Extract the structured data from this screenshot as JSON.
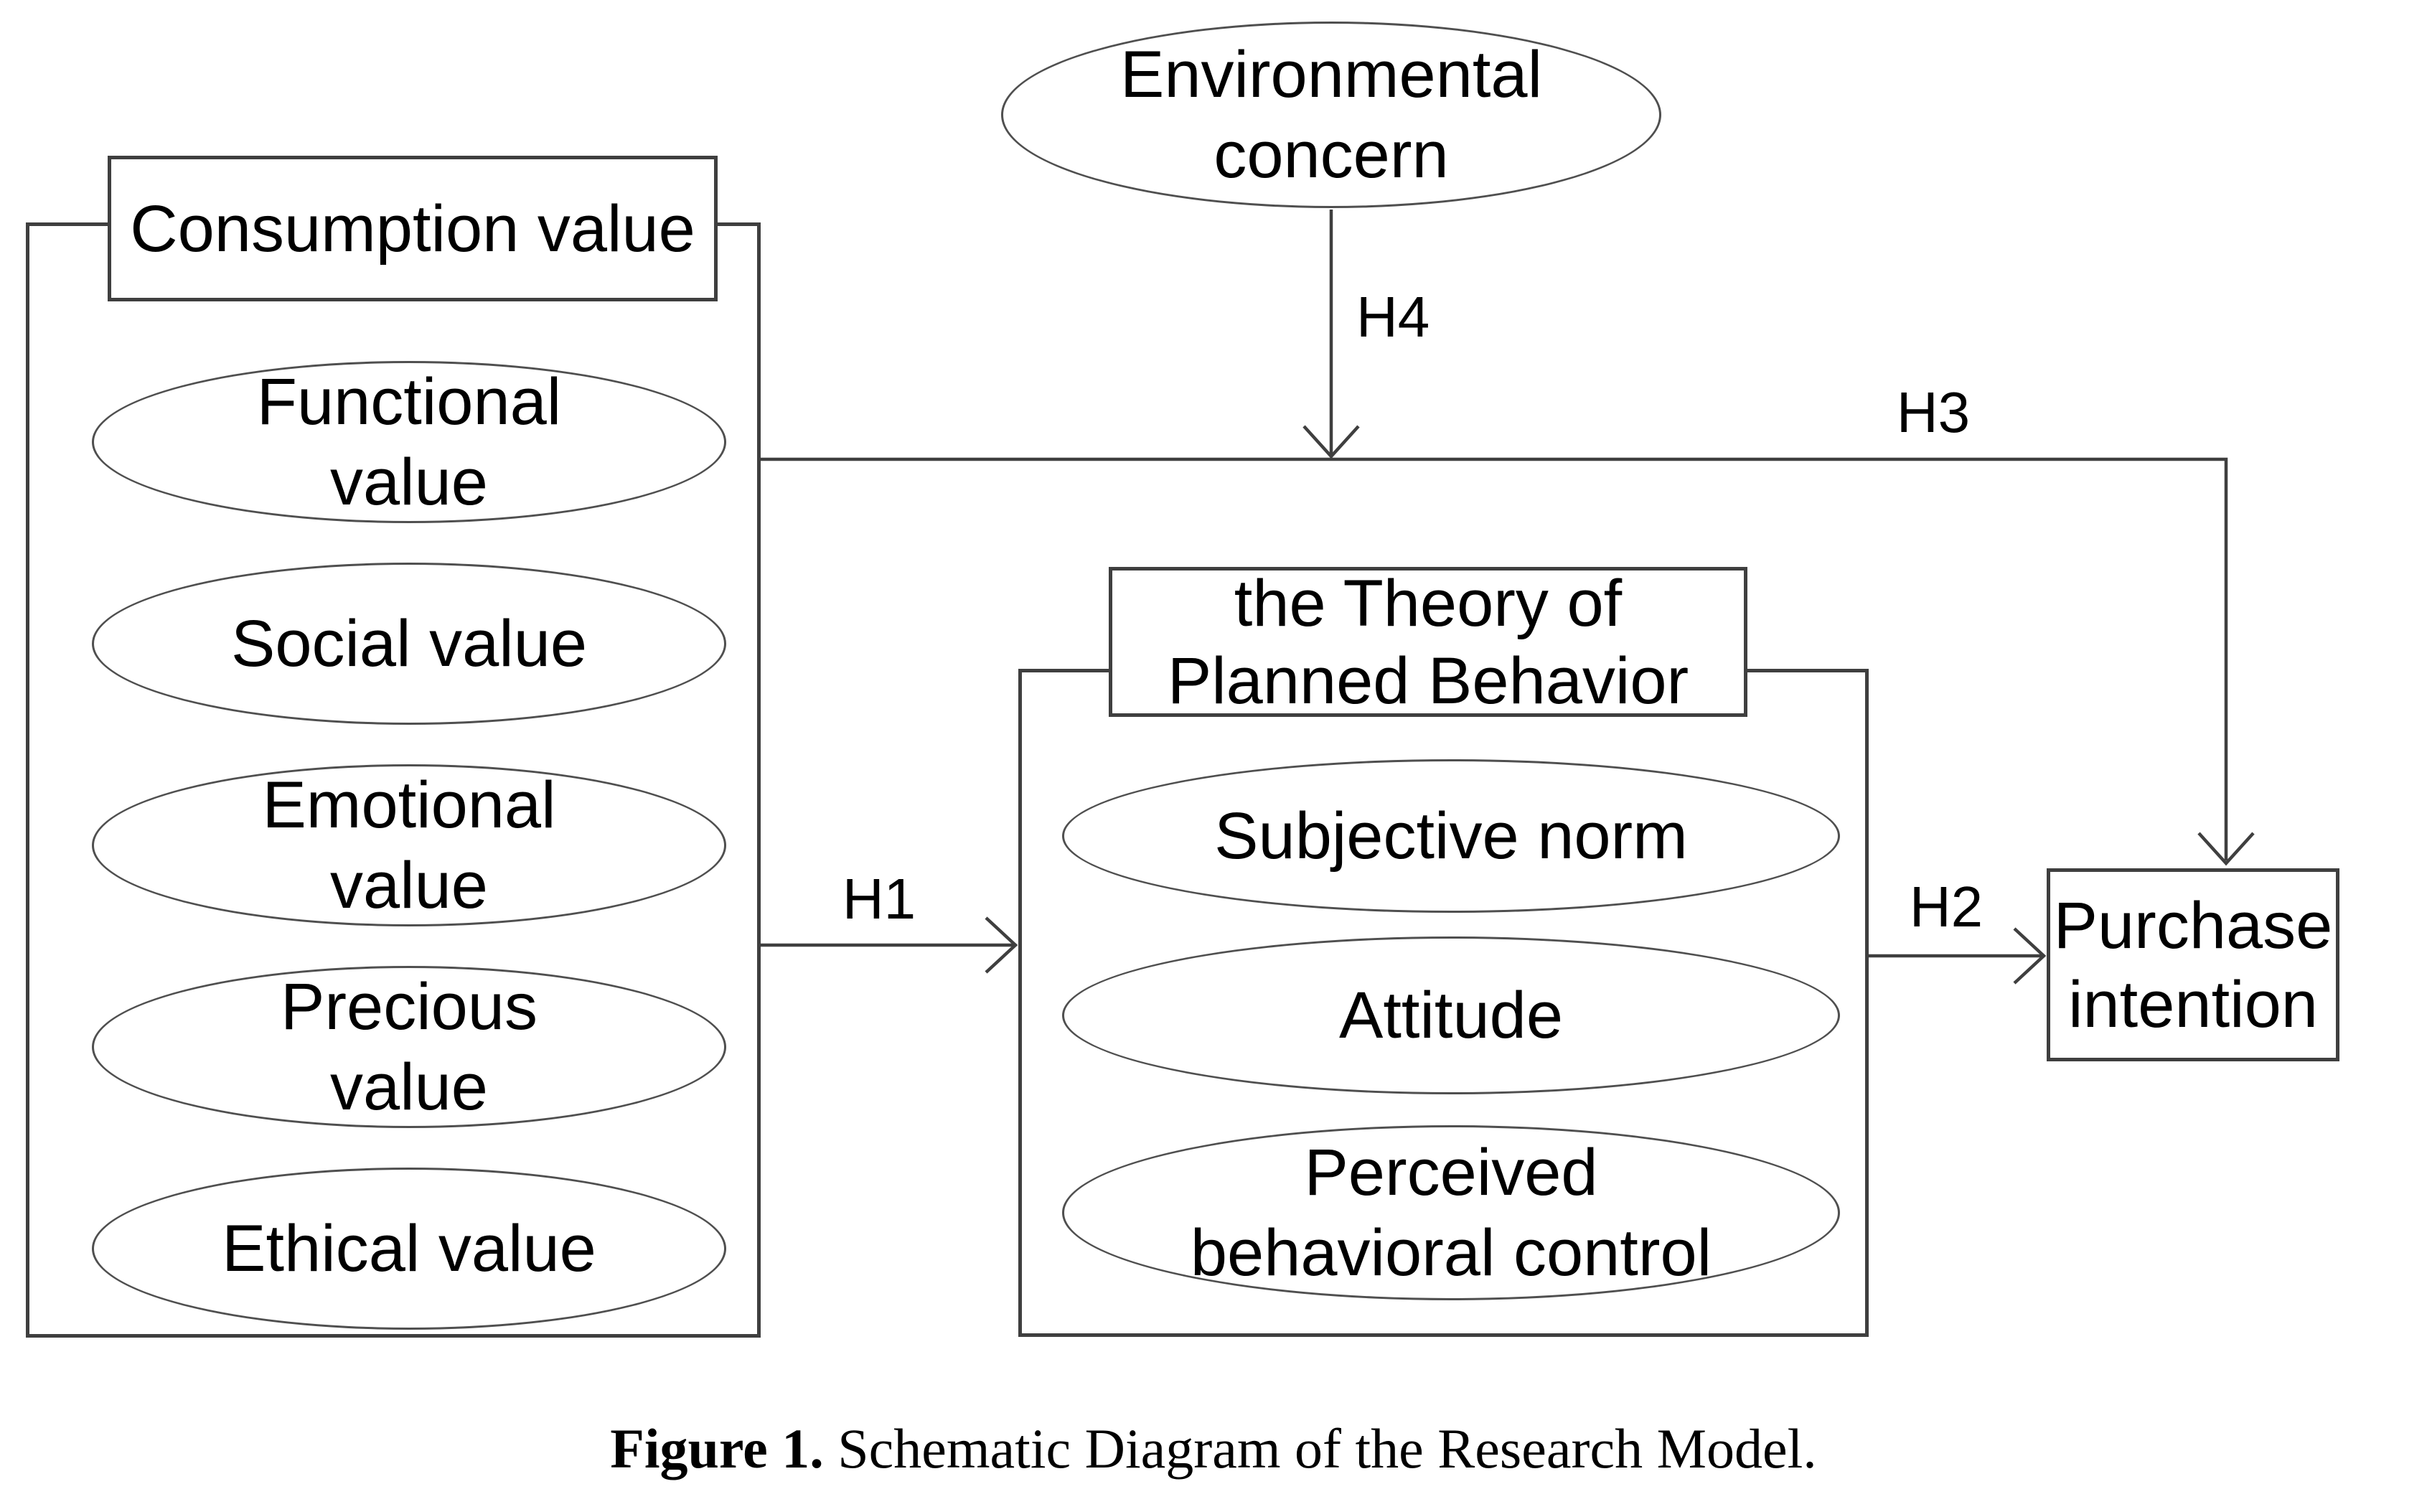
{
  "figure_caption": {
    "prefix": "Figure 1.",
    "text": "Schematic Diagram of the Research Model."
  },
  "colors": {
    "stroke": "#3f3f3f",
    "text": "#000000",
    "background": "#ffffff"
  },
  "groups": {
    "consumption": {
      "title": "Consumption value"
    },
    "tpb": {
      "title": "the Theory of Planned Behavior",
      "title_lines": [
        "the Theory of",
        "Planned Behavior"
      ]
    }
  },
  "nodes": {
    "environmental_concern": {
      "label": "Environmental concern",
      "lines": [
        "Environmental",
        "concern"
      ]
    },
    "functional_value": {
      "label": "Functional value",
      "lines": [
        "Functional",
        "value"
      ]
    },
    "social_value": {
      "label": "Social value",
      "lines": [
        "Social value"
      ]
    },
    "emotional_value": {
      "label": "Emotional value",
      "lines": [
        "Emotional",
        "value"
      ]
    },
    "precious_value": {
      "label": "Precious value",
      "lines": [
        "Precious",
        "value"
      ]
    },
    "ethical_value": {
      "label": "Ethical value",
      "lines": [
        "Ethical value"
      ]
    },
    "subjective_norm": {
      "label": "Subjective norm",
      "lines": [
        "Subjective norm"
      ]
    },
    "attitude": {
      "label": "Attitude",
      "lines": [
        "Attitude"
      ]
    },
    "perceived_behavioral_control": {
      "label": "Perceived behavioral control",
      "lines": [
        "Perceived",
        "behavioral control"
      ]
    },
    "purchase_intention": {
      "label": "Purchase intention",
      "lines": [
        "Purchase",
        "intention"
      ]
    }
  },
  "edges": [
    {
      "label": "H1",
      "from": "Consumption value",
      "to": "the Theory of Planned Behavior"
    },
    {
      "label": "H2",
      "from": "the Theory of Planned Behavior",
      "to": "Purchase intention"
    },
    {
      "label": "H3",
      "from": "Consumption value",
      "to": "Purchase intention"
    },
    {
      "label": "H4",
      "from": "Environmental concern",
      "to": "H3 path"
    }
  ]
}
